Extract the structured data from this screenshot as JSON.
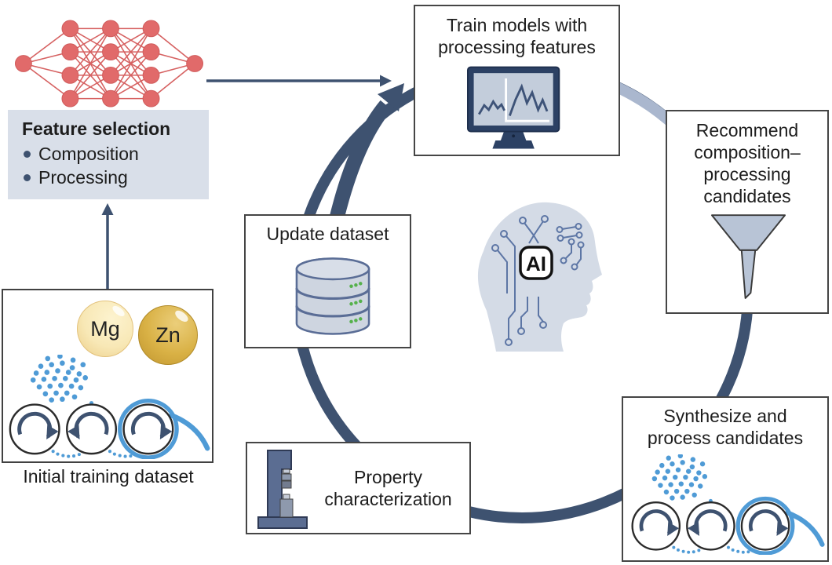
{
  "colors": {
    "navy": "#3e5270",
    "light_arc": "#aab7ce",
    "nn_red": "#e16a6a",
    "powder_blue": "#4f9bd6",
    "zn_gold": "#d9b145",
    "mg_pale_gold": "#f8e8b6",
    "db_green": "#55b14b",
    "feature_panel_bg": "#d9dfe9"
  },
  "feature_selection": {
    "icon": "neural-network-icon",
    "title": "Feature selection",
    "bullets": [
      "Composition",
      "Processing"
    ]
  },
  "initial_dataset": {
    "label": "Initial training dataset",
    "icon": "rolling-mill-icon",
    "elements": [
      {
        "symbol": "Mg"
      },
      {
        "symbol": "Zn"
      }
    ]
  },
  "loop": {
    "train_models": {
      "icon": "monitor-chart-icon",
      "lines": [
        "Train models with",
        "processing features"
      ]
    },
    "recommend": {
      "icon": "funnel-icon",
      "lines": [
        "Recommend",
        "composition–",
        "processing",
        "candidates"
      ]
    },
    "synthesize": {
      "icon": "rolling-mill-icon",
      "lines": [
        "Synthesize and",
        "process candidates"
      ]
    },
    "characterize": {
      "icon": "tensile-tester-icon",
      "lines": [
        "Property",
        "characterization"
      ]
    },
    "update": {
      "icon": "database-icon",
      "lines": [
        "Update dataset"
      ]
    }
  },
  "ai": {
    "icon": "ai-head-circuit-icon",
    "label": "AI"
  }
}
